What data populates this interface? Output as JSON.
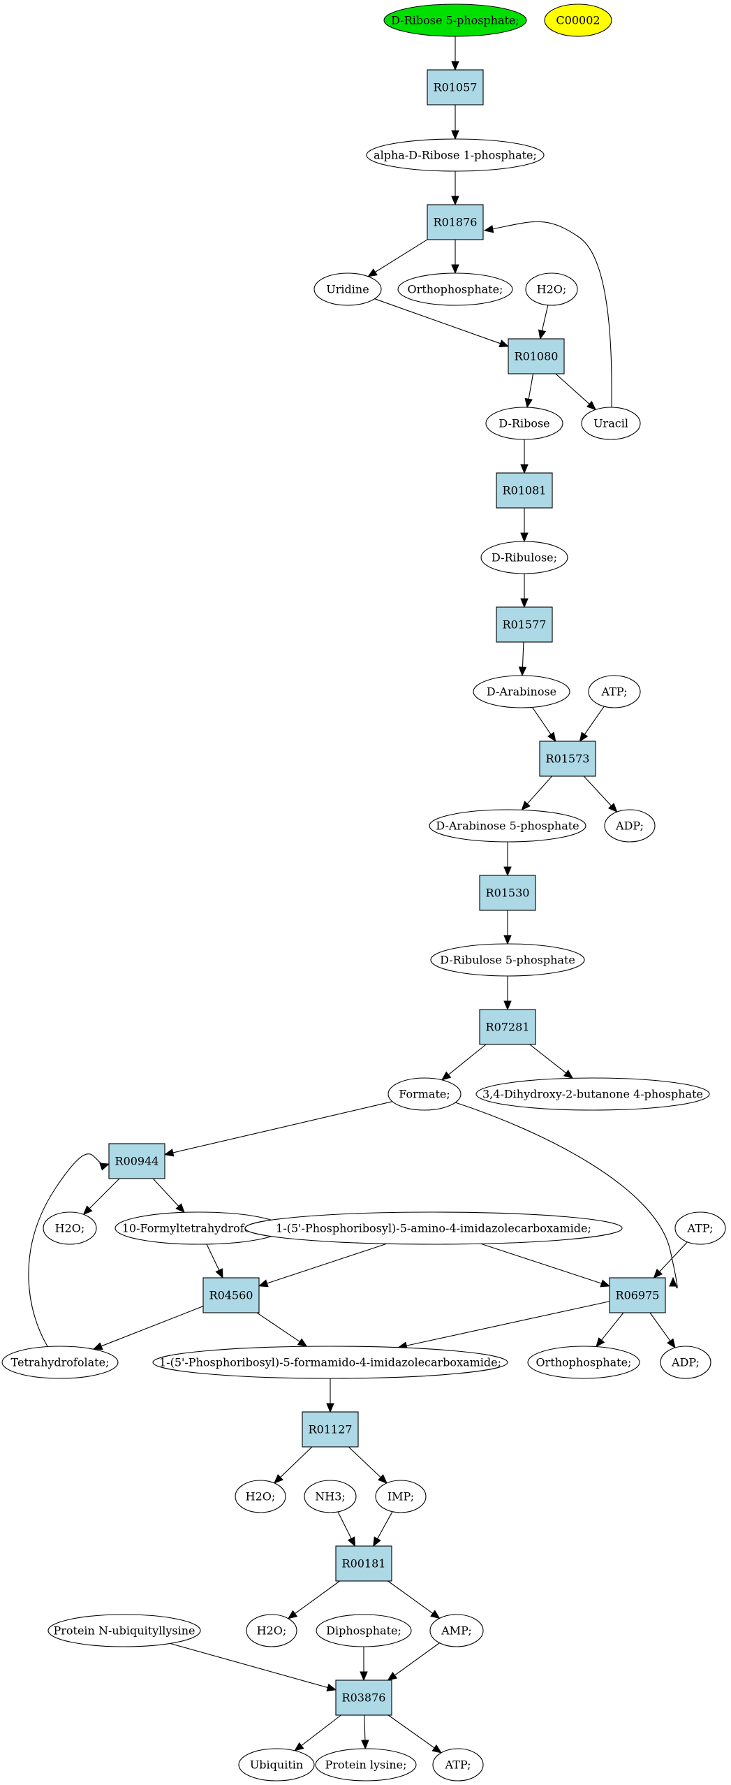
{
  "colors": {
    "start_fill": "#00e000",
    "highlight_fill": "#ffff00",
    "reaction_fill": "#add8e6",
    "compound_fill": "#ffffff",
    "stroke": "#000000"
  },
  "nodes": [
    {
      "id": "ribose5p",
      "kind": "compound",
      "label": "D-Ribose 5-phosphate;",
      "fill": "start_fill"
    },
    {
      "id": "c00002",
      "kind": "compound",
      "label": "C00002",
      "fill": "highlight_fill"
    },
    {
      "id": "r01057",
      "kind": "reaction",
      "label": "R01057"
    },
    {
      "id": "aribose1p",
      "kind": "compound",
      "label": "alpha-D-Ribose 1-phosphate;"
    },
    {
      "id": "r01876",
      "kind": "reaction",
      "label": "R01876"
    },
    {
      "id": "uridine",
      "kind": "compound",
      "label": "Uridine"
    },
    {
      "id": "orthophos1",
      "kind": "compound",
      "label": "Orthophosphate;"
    },
    {
      "id": "h2o_1",
      "kind": "compound",
      "label": "H2O;"
    },
    {
      "id": "r01080",
      "kind": "reaction",
      "label": "R01080"
    },
    {
      "id": "dribose",
      "kind": "compound",
      "label": "D-Ribose"
    },
    {
      "id": "uracil",
      "kind": "compound",
      "label": "Uracil"
    },
    {
      "id": "r01081",
      "kind": "reaction",
      "label": "R01081"
    },
    {
      "id": "dribulose",
      "kind": "compound",
      "label": "D-Ribulose;"
    },
    {
      "id": "r01577",
      "kind": "reaction",
      "label": "R01577"
    },
    {
      "id": "darabinose",
      "kind": "compound",
      "label": "D-Arabinose"
    },
    {
      "id": "atp_1",
      "kind": "compound",
      "label": "ATP;"
    },
    {
      "id": "r01573",
      "kind": "reaction",
      "label": "R01573"
    },
    {
      "id": "darab5p",
      "kind": "compound",
      "label": "D-Arabinose 5-phosphate"
    },
    {
      "id": "adp_1",
      "kind": "compound",
      "label": "ADP;"
    },
    {
      "id": "r01530",
      "kind": "reaction",
      "label": "R01530"
    },
    {
      "id": "dribul5p",
      "kind": "compound",
      "label": "D-Ribulose 5-phosphate"
    },
    {
      "id": "r07281",
      "kind": "reaction",
      "label": "R07281"
    },
    {
      "id": "formate",
      "kind": "compound",
      "label": "Formate;"
    },
    {
      "id": "dhbp",
      "kind": "compound",
      "label": "3,4-Dihydroxy-2-butanone 4-phosphate"
    },
    {
      "id": "r00944",
      "kind": "reaction",
      "label": "R00944"
    },
    {
      "id": "h2o_2",
      "kind": "compound",
      "label": "H2O;"
    },
    {
      "id": "fthf",
      "kind": "compound",
      "label": "10-Formyltetrahydrofolate;"
    },
    {
      "id": "aicar",
      "kind": "compound",
      "label": "1-(5'-Phosphoribosyl)-5-amino-4-imidazolecarboxamide;"
    },
    {
      "id": "atp_2",
      "kind": "compound",
      "label": "ATP;"
    },
    {
      "id": "r04560",
      "kind": "reaction",
      "label": "R04560"
    },
    {
      "id": "r06975",
      "kind": "reaction",
      "label": "R06975"
    },
    {
      "id": "thf",
      "kind": "compound",
      "label": "Tetrahydrofolate;"
    },
    {
      "id": "faicar",
      "kind": "compound",
      "label": "1-(5'-Phosphoribosyl)-5-formamido-4-imidazolecarboxamide;"
    },
    {
      "id": "orthophos2",
      "kind": "compound",
      "label": "Orthophosphate;"
    },
    {
      "id": "adp_2",
      "kind": "compound",
      "label": "ADP;"
    },
    {
      "id": "r01127",
      "kind": "reaction",
      "label": "R01127"
    },
    {
      "id": "h2o_3",
      "kind": "compound",
      "label": "H2O;"
    },
    {
      "id": "nh3",
      "kind": "compound",
      "label": "NH3;"
    },
    {
      "id": "imp",
      "kind": "compound",
      "label": "IMP;"
    },
    {
      "id": "r00181",
      "kind": "reaction",
      "label": "R00181"
    },
    {
      "id": "protnub",
      "kind": "compound",
      "label": "Protein N-ubiquityllysine"
    },
    {
      "id": "h2o_4",
      "kind": "compound",
      "label": "H2O;"
    },
    {
      "id": "diphos",
      "kind": "compound",
      "label": "Diphosphate;"
    },
    {
      "id": "amp",
      "kind": "compound",
      "label": "AMP;"
    },
    {
      "id": "r03876",
      "kind": "reaction",
      "label": "R03876"
    },
    {
      "id": "ubiquitin",
      "kind": "compound",
      "label": "Ubiquitin"
    },
    {
      "id": "protlys",
      "kind": "compound",
      "label": "Protein lysine;"
    },
    {
      "id": "atp_3",
      "kind": "compound",
      "label": "ATP;"
    }
  ],
  "edges": [
    [
      "ribose5p",
      "r01057"
    ],
    [
      "r01057",
      "aribose1p"
    ],
    [
      "aribose1p",
      "r01876"
    ],
    [
      "r01876",
      "uridine"
    ],
    [
      "r01876",
      "orthophos1"
    ],
    [
      "uridine",
      "r01080"
    ],
    [
      "h2o_1",
      "r01080"
    ],
    [
      "r01080",
      "dribose"
    ],
    [
      "r01080",
      "uracil"
    ],
    [
      "uracil",
      "r01876"
    ],
    [
      "dribose",
      "r01081"
    ],
    [
      "r01081",
      "dribulose"
    ],
    [
      "dribulose",
      "r01577"
    ],
    [
      "r01577",
      "darabinose"
    ],
    [
      "darabinose",
      "r01573"
    ],
    [
      "atp_1",
      "r01573"
    ],
    [
      "r01573",
      "darab5p"
    ],
    [
      "r01573",
      "adp_1"
    ],
    [
      "darab5p",
      "r01530"
    ],
    [
      "r01530",
      "dribul5p"
    ],
    [
      "dribul5p",
      "r07281"
    ],
    [
      "r07281",
      "formate"
    ],
    [
      "r07281",
      "dhbp"
    ],
    [
      "formate",
      "r00944"
    ],
    [
      "formate",
      "r06975"
    ],
    [
      "r00944",
      "h2o_2"
    ],
    [
      "r00944",
      "fthf"
    ],
    [
      "fthf",
      "r04560"
    ],
    [
      "aicar",
      "r04560"
    ],
    [
      "aicar",
      "r06975"
    ],
    [
      "atp_2",
      "r06975"
    ],
    [
      "r04560",
      "thf"
    ],
    [
      "r04560",
      "faicar"
    ],
    [
      "thf",
      "r00944"
    ],
    [
      "r06975",
      "faicar"
    ],
    [
      "r06975",
      "orthophos2"
    ],
    [
      "r06975",
      "adp_2"
    ],
    [
      "faicar",
      "r01127"
    ],
    [
      "r01127",
      "h2o_3"
    ],
    [
      "r01127",
      "imp"
    ],
    [
      "nh3",
      "r00181"
    ],
    [
      "imp",
      "r00181"
    ],
    [
      "r00181",
      "h2o_4"
    ],
    [
      "r00181",
      "amp"
    ],
    [
      "protnub",
      "r03876"
    ],
    [
      "diphos",
      "r03876"
    ],
    [
      "amp",
      "r03876"
    ],
    [
      "r03876",
      "ubiquitin"
    ],
    [
      "r03876",
      "protlys"
    ],
    [
      "r03876",
      "atp_3"
    ]
  ]
}
